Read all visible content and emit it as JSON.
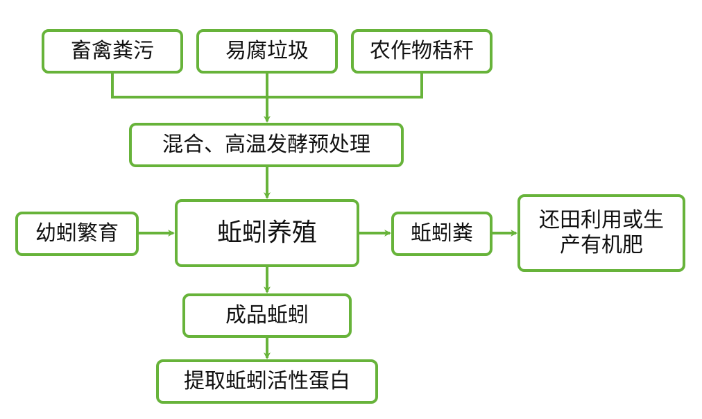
{
  "diagram": {
    "accent_color": "#67b33a",
    "nodes": {
      "livestock_manure": "畜禽粪污",
      "perishable_waste": "易腐垃圾",
      "crop_straw": "农作物秸秆",
      "pretreatment": "混合、高温发酵预处理",
      "earthworm_breeding": "蚯蚓养殖",
      "young_worm_breeding": "幼蚓繁育",
      "worm_castings": "蚯蚓粪",
      "field_or_fertilizer": "还田利用或生产有机肥",
      "finished_earthworm": "成品蚯蚓",
      "extract_protein": "提取蚯蚓活性蛋白"
    }
  }
}
